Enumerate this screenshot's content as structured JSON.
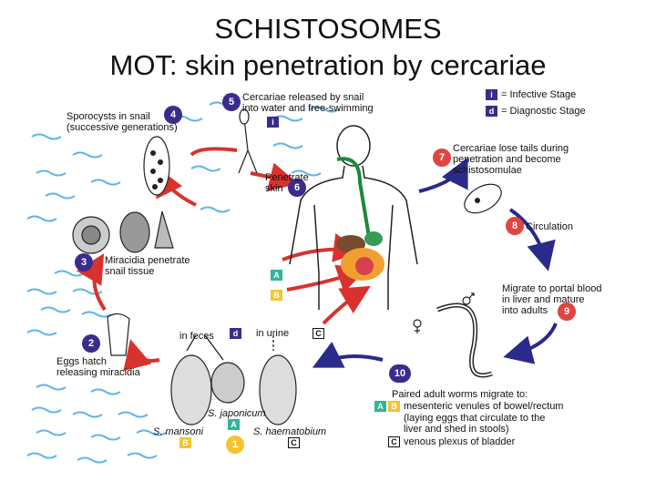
{
  "title_line1": "SCHISTOSOMES",
  "title_line2": "MOT: skin penetration by cercariae",
  "legend": {
    "infective_symbol": "i",
    "infective_label": "= Infective Stage",
    "diagnostic_symbol": "d",
    "diagnostic_label": "= Diagnostic Stage"
  },
  "steps": {
    "s1": "1",
    "s2": "2",
    "s3": "3",
    "s4": "4",
    "s5": "5",
    "s6": "6",
    "s7": "7",
    "s8": "8",
    "s9": "9",
    "s10": "10"
  },
  "labels": {
    "sporocysts": "Sporocysts in snail\n(successive generations)",
    "cercariae_released": "Cercariae released by snail\ninto water and free-swimming",
    "penetrate": "Penetrate\nskin",
    "cercariae_lose": "Cercariae lose tails during\npenetration and become\nschistosomulae",
    "circulation": "Circulation",
    "migrate": "Migrate to portal blood\nin liver and mature\ninto adults",
    "paired": "Paired adult worms migrate to:",
    "mesenteric": "mesenteric venules of bowel/rectum",
    "laying": "(laying eggs that circulate to the\nliver and shed in stools)",
    "venous": "venous plexus of bladder",
    "miracidia": "Miracidia penetrate\nsnail tissue",
    "eggs": "Eggs hatch\nreleasing miracidia",
    "in_feces": "in feces",
    "in_urine": "in urine",
    "mansoni": "S. mansoni",
    "japonicum": "S. japonicum",
    "haematobium": "S. haematobium"
  },
  "badges": {
    "A": "A",
    "B": "B",
    "C": "C",
    "i": "i",
    "d": "d"
  },
  "colors": {
    "red_arrow": "#d8322e",
    "blue_arrow": "#2a2a8a",
    "water": "#5fb5e8",
    "step_blue": "#3a2c8c",
    "step_red": "#e0453f",
    "badge_green": "#2fb59a",
    "badge_yellow": "#f4c430"
  }
}
